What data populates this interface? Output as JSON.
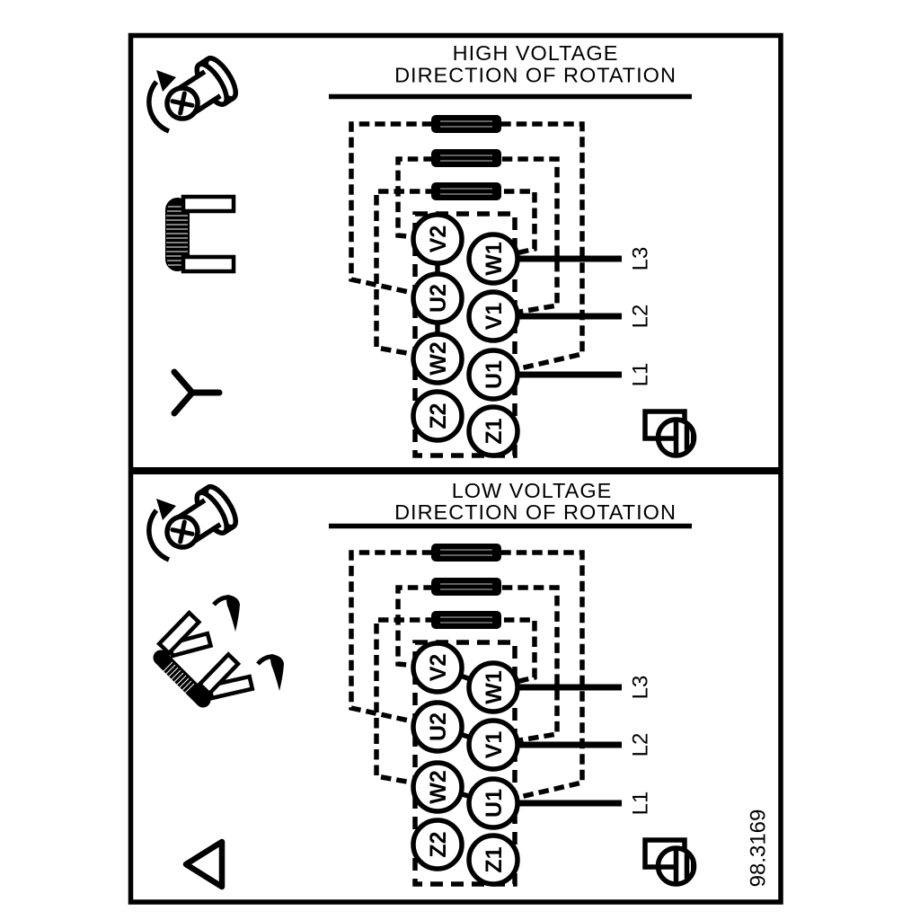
{
  "document": {
    "figure_number": "98.3169"
  },
  "colors": {
    "ink": "#000000",
    "paper": "#ffffff"
  },
  "panels": {
    "high": {
      "title_line1": "HIGH VOLTAGE",
      "title_line2": "DIRECTION OF ROTATION",
      "winding_connection": "star",
      "terminals_left": [
        "V2",
        "U2",
        "W2",
        "Z2"
      ],
      "terminals_right": [
        "W1",
        "V1",
        "U1",
        "Z1"
      ],
      "supply_lines": [
        "L3",
        "L2",
        "L1"
      ],
      "icons": [
        "screw-rotation",
        "jumper-staple",
        "star-symbol",
        "ground-terminal"
      ]
    },
    "low": {
      "title_line1": "LOW VOLTAGE",
      "title_line2": "DIRECTION OF ROTATION",
      "winding_connection": "delta",
      "terminals_left": [
        "V2",
        "U2",
        "W2",
        "Z2"
      ],
      "terminals_right": [
        "W1",
        "V1",
        "U1",
        "Z1"
      ],
      "supply_lines": [
        "L3",
        "L2",
        "L1"
      ],
      "icons": [
        "screw-rotation",
        "remove-jumpers",
        "delta-symbol",
        "ground-terminal"
      ]
    }
  }
}
